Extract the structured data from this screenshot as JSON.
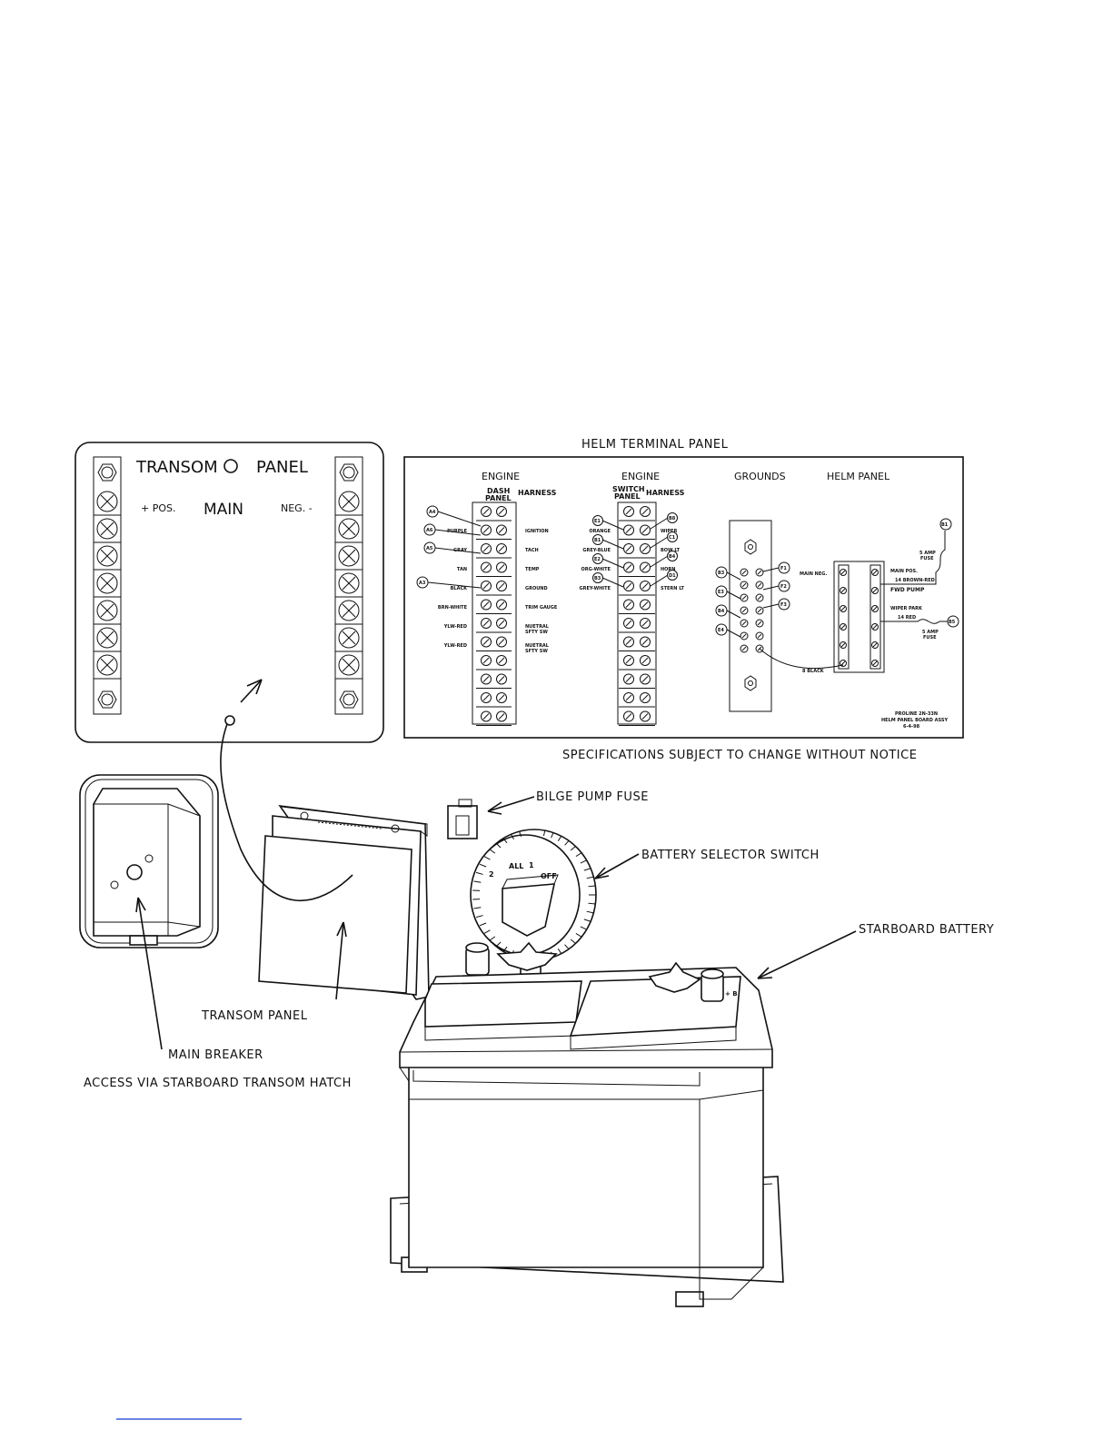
{
  "transom_panel_box": {
    "title_left": "TRANSOM",
    "title_right": "PANEL",
    "pos_label": "+ POS.",
    "main_label": "MAIN",
    "neg_label": "NEG. -"
  },
  "helm_terminal_panel": {
    "title": "HELM TERMINAL PANEL",
    "engine_dash": {
      "heading": "ENGINE",
      "left_col": "DASH\nPANEL",
      "right_col": "HARNESS",
      "tags": [
        "A4",
        "A6",
        "A5",
        "A3"
      ],
      "rows": [
        {
          "left": "PURPLE",
          "right": "IGNITION"
        },
        {
          "left": "GRAY",
          "right": "TACH"
        },
        {
          "left": "TAN",
          "right": "TEMP"
        },
        {
          "left": "BLACK",
          "right": "GROUND"
        },
        {
          "left": "BRN-WHITE",
          "right": "TRIM GAUGE"
        },
        {
          "left": "YLW-RED",
          "right": "NUETRAL\nSFTY SW"
        },
        {
          "left": "YLW-RED",
          "right": "NUETRAL\nSFTY SW"
        }
      ]
    },
    "engine_switch": {
      "heading": "ENGINE",
      "left_col": "SWITCH\nPANEL",
      "right_col": "HARNESS",
      "left_tags": [
        "E1",
        "B1",
        "E2",
        "B3"
      ],
      "right_tags": [
        "B8",
        "C1",
        "B4",
        "D1"
      ],
      "rows": [
        {
          "left": "ORANGE",
          "right": "WIPER"
        },
        {
          "left": "GREY-BLUE",
          "right": "BOW LT"
        },
        {
          "left": "ORG-WHITE",
          "right": "HORN"
        },
        {
          "left": "GREY-WHITE",
          "right": "STERN LT"
        }
      ]
    },
    "grounds": {
      "heading": "GROUNDS",
      "left_tags": [
        "B3",
        "E3",
        "B4",
        "E4"
      ],
      "right_tags": [
        "F1",
        "F2",
        "F3"
      ],
      "wire_label": "8 BLACK"
    },
    "helm_panel": {
      "heading": "HELM PANEL",
      "main_neg": "MAIN NEG.",
      "main_pos": "MAIN POS.",
      "brown_red": "14 BROWN-RED",
      "fwd_pump": "FWD PUMP",
      "wiper_park": "WIPER PARK",
      "red": "14 RED",
      "fuse_top": "5 AMP\nFUSE",
      "fuse_bottom": "5 AMP\nFUSE",
      "tag_top": "B1",
      "tag_bottom": "B5"
    },
    "caption": "PROLINE 2N-33N\nHELM PANEL BOARD ASSY\n6-4-98"
  },
  "notice": "SPECIFICATIONS SUBJECT TO CHANGE WITHOUT NOTICE",
  "callouts": {
    "bilge_pump_fuse": "BILGE PUMP FUSE",
    "battery_selector_switch": "BATTERY SELECTOR SWITCH",
    "starboard_battery": "STARBOARD BATTERY",
    "transom_panel": "TRANSOM PANEL",
    "main_breaker": "MAIN BREAKER",
    "access_note": "ACCESS VIA STARBOARD TRANSOM HATCH"
  },
  "selector_dial": [
    "2",
    "ALL",
    "1",
    "OFF"
  ]
}
